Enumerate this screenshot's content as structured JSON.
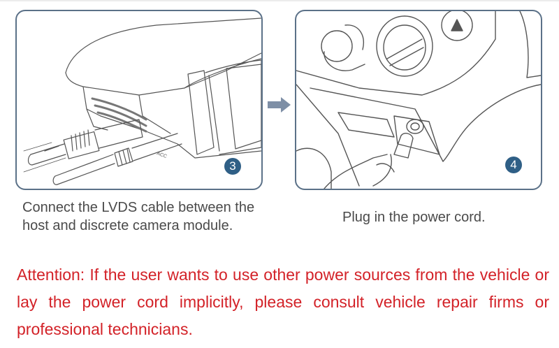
{
  "steps": [
    {
      "number": "3",
      "illustration": "lvds-cable-connection",
      "port_label": "ACC",
      "caption": "Connect the LVDS cable between the host and discrete camera module."
    },
    {
      "number": "4",
      "illustration": "power-cord-plug-in",
      "caption": "Plug in the power cord."
    }
  ],
  "arrow_icon": "right-arrow-icon",
  "attention": {
    "text": "Attention: If the user wants to use other power sources from the vehicle or lay the power cord implicitly, please consult vehicle repair firms or professional technicians."
  },
  "colors": {
    "panel_border": "#5b7188",
    "badge": "#2f5f86",
    "arrow": "#7e8fa6",
    "caption": "#4a4a4a",
    "attention": "#d32228"
  }
}
